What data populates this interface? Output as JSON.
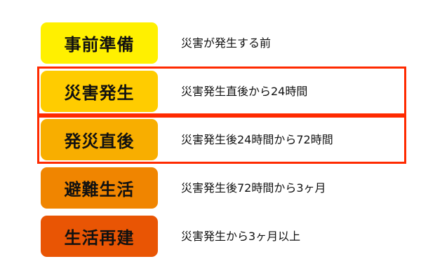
{
  "phases": [
    {
      "label": "事前準備",
      "description": "災害が発生する前",
      "color": "#FFF000"
    },
    {
      "label": "災害発生",
      "description": "災害発生直後から24時間",
      "color": "#FFCC00"
    },
    {
      "label": "発災直後",
      "description": "災害発生後24時間から72時間",
      "color": "#F8AE00"
    },
    {
      "label": "避難生活",
      "description": "災害発生後72時間から3ヶ月",
      "color": "#F08500"
    },
    {
      "label": "生活再建",
      "description": "災害発生から3ヶ月以上",
      "color": "#E95504"
    }
  ],
  "highlight_color": "#FF2A00"
}
